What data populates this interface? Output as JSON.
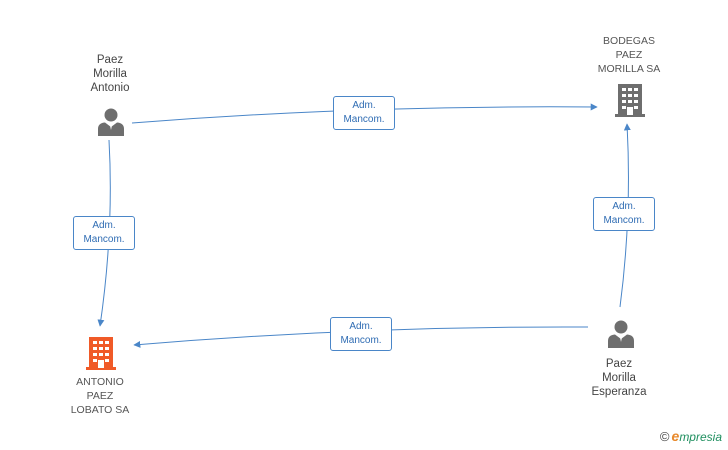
{
  "nodes": {
    "paez_antonio": {
      "lines": [
        "Paez",
        "Morilla",
        "Antonio"
      ],
      "type": "person"
    },
    "bodegas": {
      "lines": [
        "BODEGAS",
        "PAEZ",
        "MORILLA SA"
      ],
      "type": "company",
      "color": "#6e6e6e"
    },
    "antonio_lobato": {
      "lines": [
        "ANTONIO",
        "PAEZ",
        "LOBATO SA"
      ],
      "type": "company",
      "color": "#f05a28"
    },
    "paez_esperanza": {
      "lines": [
        "Paez",
        "Morilla",
        "Esperanza"
      ],
      "type": "person"
    }
  },
  "edges": [
    {
      "from": "paez_antonio",
      "to": "bodegas",
      "label": [
        "Adm.",
        "Mancom."
      ]
    },
    {
      "from": "paez_antonio",
      "to": "antonio_lobato",
      "label": [
        "Adm.",
        "Mancom."
      ]
    },
    {
      "from": "paez_esperanza",
      "to": "bodegas",
      "label": [
        "Adm.",
        "Mancom."
      ]
    },
    {
      "from": "paez_esperanza",
      "to": "antonio_lobato",
      "label": [
        "Adm.",
        "Mancom."
      ]
    }
  ],
  "colors": {
    "edge": "#4a86c8",
    "person": "#6e6e6e"
  },
  "brand": {
    "copyright": "©",
    "initial": "e",
    "rest": "mpresia"
  }
}
